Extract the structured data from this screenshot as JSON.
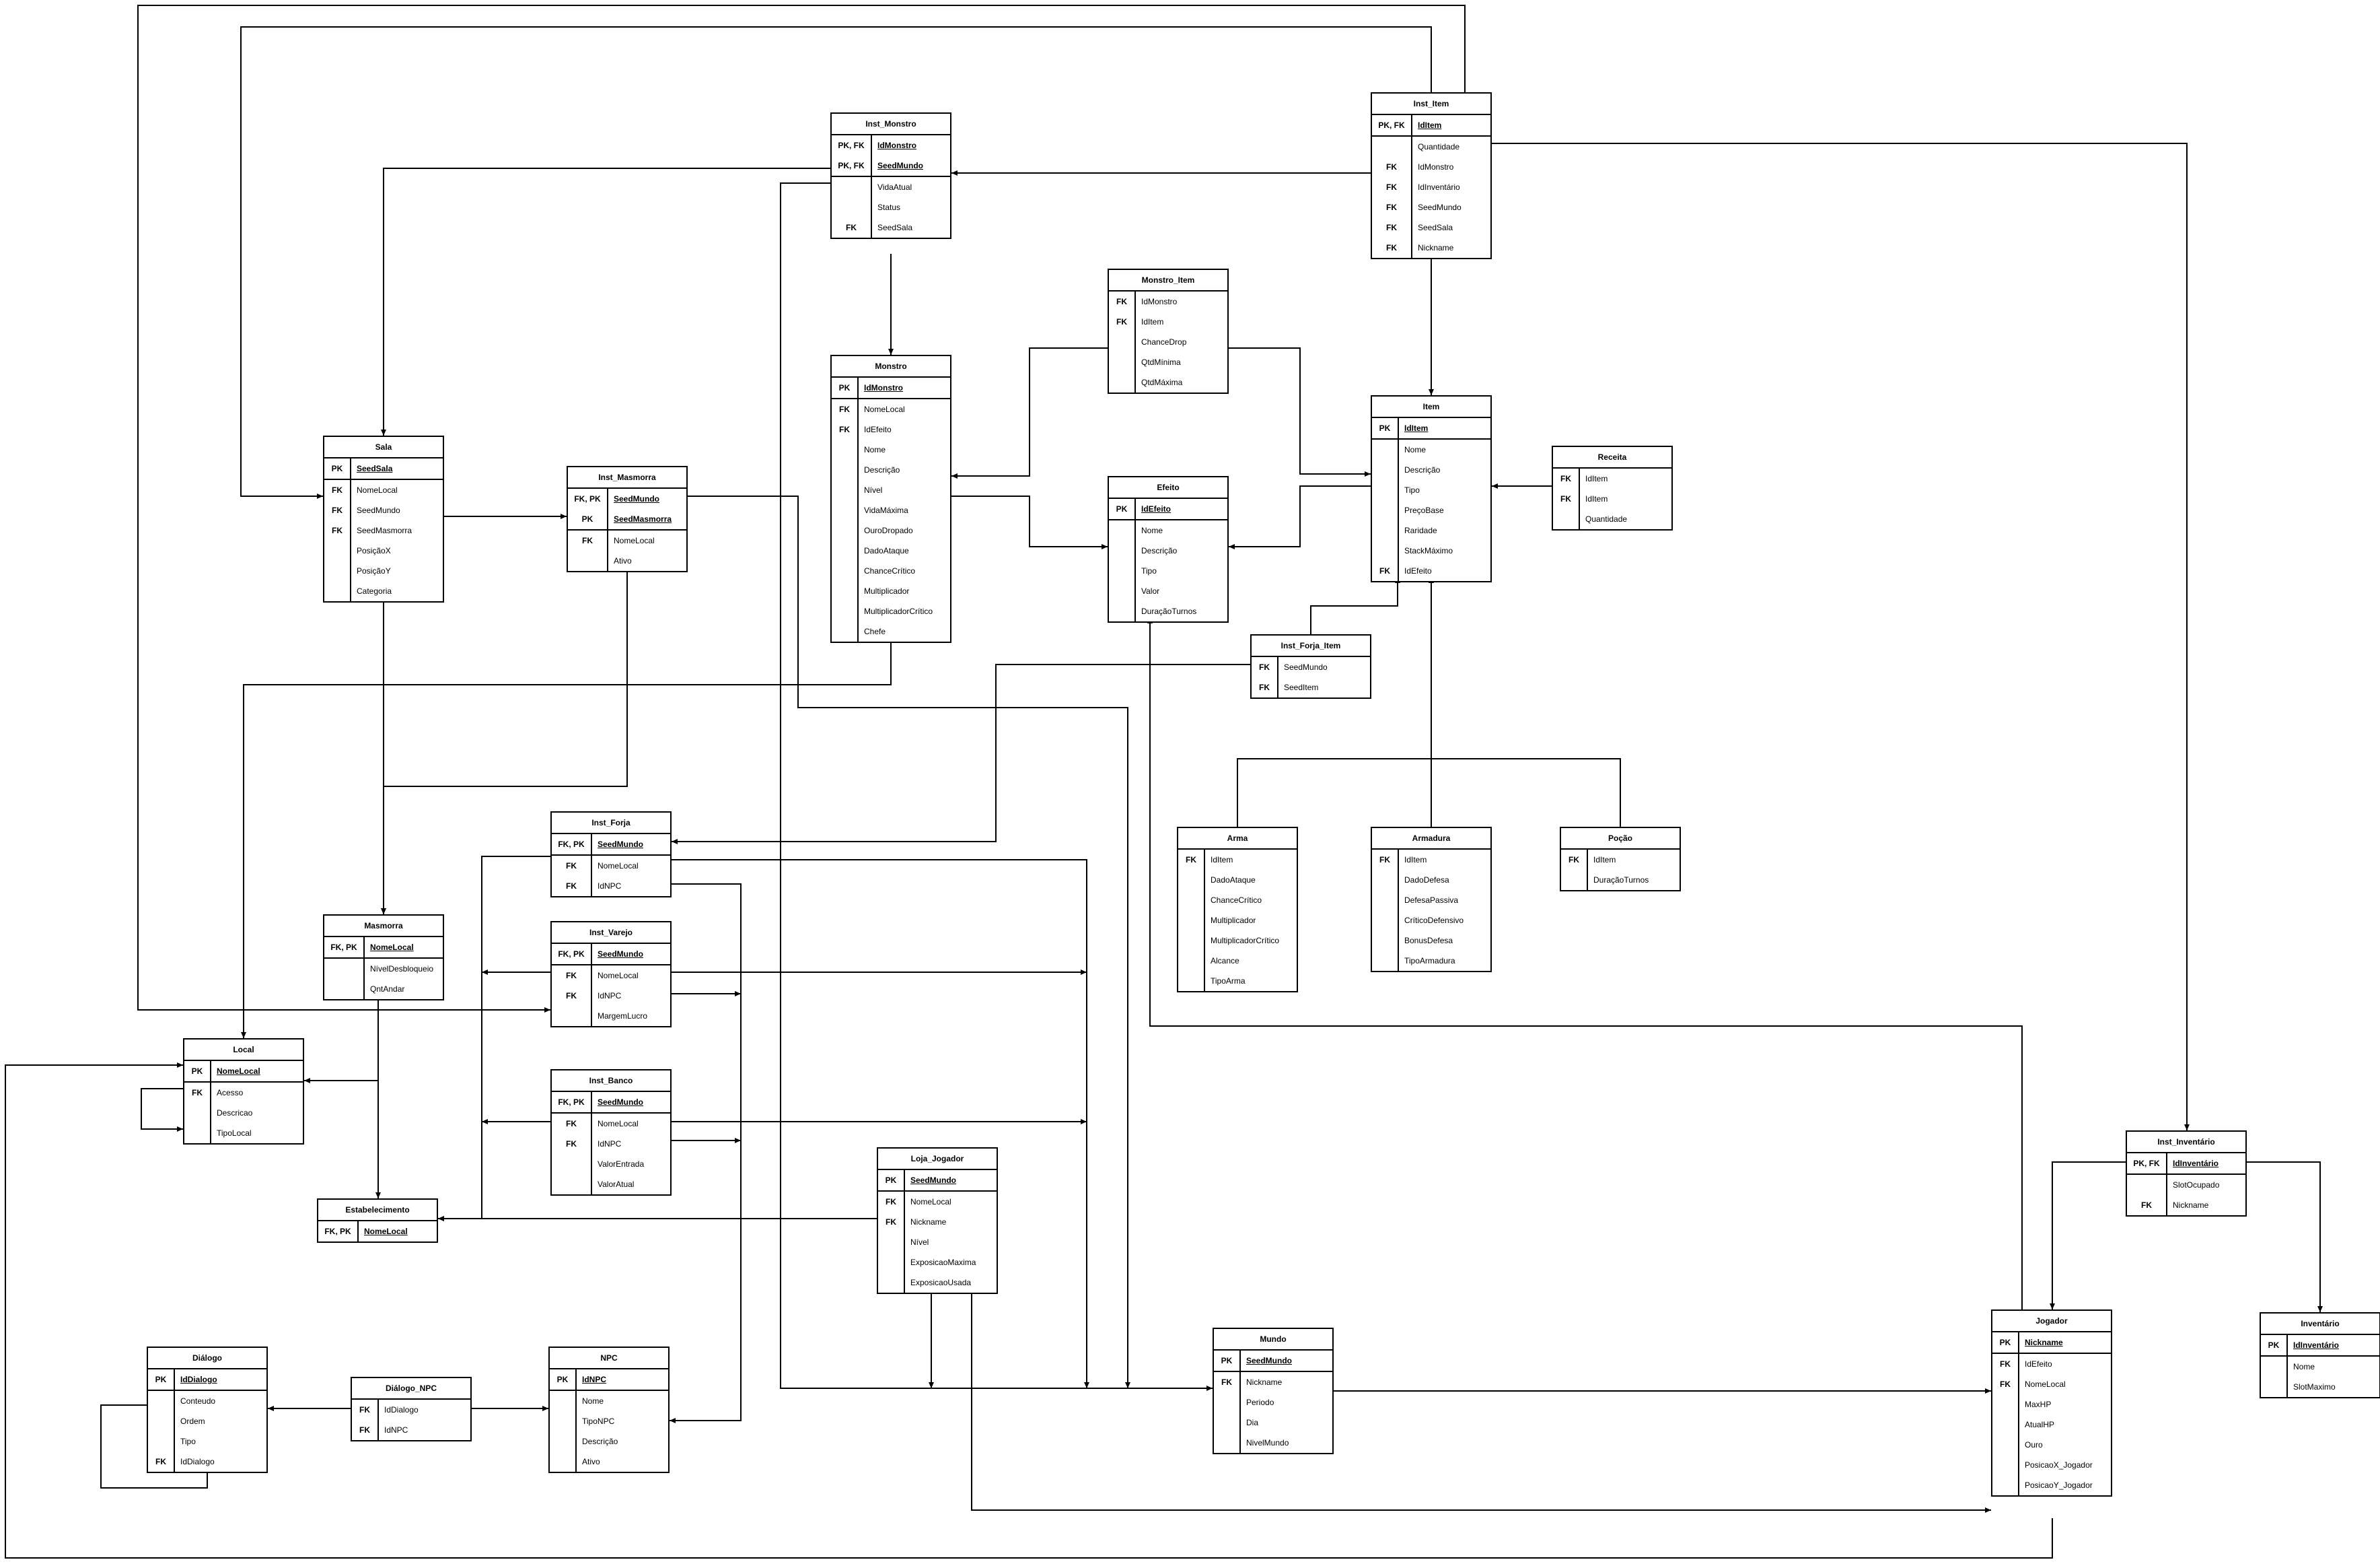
{
  "entities": [
    {
      "id": "inst_monstro",
      "title": "Inst_Monstro",
      "rows": [
        {
          "key": "PK, FK",
          "name": "IdMonstro",
          "pk": false,
          "u": true
        },
        {
          "key": "PK, FK",
          "name": "SeedMundo",
          "pk": true
        },
        {
          "key": "",
          "name": "VidaAtual"
        },
        {
          "key": "",
          "name": "Status"
        },
        {
          "key": "FK",
          "name": "SeedSala"
        }
      ]
    },
    {
      "id": "inst_item",
      "title": "Inst_Item",
      "rows": [
        {
          "key": "PK, FK",
          "name": "IdItem",
          "pk": true
        },
        {
          "key": "",
          "name": "Quantidade"
        },
        {
          "key": "FK",
          "name": "IdMonstro"
        },
        {
          "key": "FK",
          "name": "IdInventário"
        },
        {
          "key": "FK",
          "name": "SeedMundo"
        },
        {
          "key": "FK",
          "name": "SeedSala"
        },
        {
          "key": "FK",
          "name": "Nickname"
        }
      ]
    },
    {
      "id": "monstro_item",
      "title": "Monstro_Item",
      "rows": [
        {
          "key": "FK",
          "name": "IdMonstro"
        },
        {
          "key": "FK",
          "name": "IdItem"
        },
        {
          "key": "",
          "name": "ChanceDrop"
        },
        {
          "key": "",
          "name": "QtdMínima"
        },
        {
          "key": "",
          "name": "QtdMáxima"
        }
      ]
    },
    {
      "id": "monstro",
      "title": "Monstro",
      "rows": [
        {
          "key": "PK",
          "name": "IdMonstro",
          "pk": true
        },
        {
          "key": "FK",
          "name": "NomeLocal"
        },
        {
          "key": "FK",
          "name": "IdEfeito"
        },
        {
          "key": "",
          "name": "Nome"
        },
        {
          "key": "",
          "name": "Descrição"
        },
        {
          "key": "",
          "name": "Nível"
        },
        {
          "key": "",
          "name": "VidaMáxima"
        },
        {
          "key": "",
          "name": "OuroDropado"
        },
        {
          "key": "",
          "name": "DadoAtaque"
        },
        {
          "key": "",
          "name": "ChanceCrítico"
        },
        {
          "key": "",
          "name": "Multiplicador"
        },
        {
          "key": "",
          "name": "MultiplicadorCrítico"
        },
        {
          "key": "",
          "name": "Chefe"
        }
      ]
    },
    {
      "id": "item",
      "title": "Item",
      "rows": [
        {
          "key": "PK",
          "name": "IdItem",
          "pk": true
        },
        {
          "key": "",
          "name": "Nome"
        },
        {
          "key": "",
          "name": "Descrição"
        },
        {
          "key": "",
          "name": "Tipo"
        },
        {
          "key": "",
          "name": "PreçoBase"
        },
        {
          "key": "",
          "name": "Raridade"
        },
        {
          "key": "",
          "name": "StackMáximo"
        },
        {
          "key": "FK",
          "name": "IdEfeito"
        }
      ]
    },
    {
      "id": "receita",
      "title": "Receita",
      "rows": [
        {
          "key": "FK",
          "name": "IdItem"
        },
        {
          "key": "FK",
          "name": "IdItem"
        },
        {
          "key": "",
          "name": "Quantidade"
        }
      ]
    },
    {
      "id": "sala",
      "title": "Sala",
      "rows": [
        {
          "key": "PK",
          "name": "SeedSala",
          "pk": true
        },
        {
          "key": "FK",
          "name": "NomeLocal"
        },
        {
          "key": "FK",
          "name": "SeedMundo"
        },
        {
          "key": "FK",
          "name": "SeedMasmorra"
        },
        {
          "key": "",
          "name": "PosiçãoX"
        },
        {
          "key": "",
          "name": "PosiçãoY"
        },
        {
          "key": "",
          "name": "Categoria"
        }
      ]
    },
    {
      "id": "inst_masmorra",
      "title": "Inst_Masmorra",
      "rows": [
        {
          "key": "FK, PK",
          "name": "SeedMundo",
          "pk": false,
          "u": true
        },
        {
          "key": "PK",
          "name": "SeedMasmorra",
          "pk": true
        },
        {
          "key": "FK",
          "name": "NomeLocal"
        },
        {
          "key": "",
          "name": "Ativo"
        }
      ]
    },
    {
      "id": "efeito",
      "title": "Efeito",
      "rows": [
        {
          "key": "PK",
          "name": "IdEfeito",
          "pk": true
        },
        {
          "key": "",
          "name": "Nome"
        },
        {
          "key": "",
          "name": "Descrição"
        },
        {
          "key": "",
          "name": "Tipo"
        },
        {
          "key": "",
          "name": "Valor"
        },
        {
          "key": "",
          "name": "DuraçãoTurnos"
        }
      ]
    },
    {
      "id": "inst_forja_item",
      "title": "Inst_Forja_Item",
      "rows": [
        {
          "key": "FK",
          "name": "SeedMundo"
        },
        {
          "key": "FK",
          "name": "SeedItem"
        }
      ]
    },
    {
      "id": "arma",
      "title": "Arma",
      "rows": [
        {
          "key": "FK",
          "name": "IdItem"
        },
        {
          "key": "",
          "name": "DadoAtaque"
        },
        {
          "key": "",
          "name": "ChanceCrítico"
        },
        {
          "key": "",
          "name": "Multiplicador"
        },
        {
          "key": "",
          "name": "MultiplicadorCrítico"
        },
        {
          "key": "",
          "name": "Alcance"
        },
        {
          "key": "",
          "name": "TipoArma"
        }
      ]
    },
    {
      "id": "armadura",
      "title": "Armadura",
      "rows": [
        {
          "key": "FK",
          "name": "IdItem"
        },
        {
          "key": "",
          "name": "DadoDefesa"
        },
        {
          "key": "",
          "name": "DefesaPassiva"
        },
        {
          "key": "",
          "name": "CríticoDefensivo"
        },
        {
          "key": "",
          "name": "BonusDefesa"
        },
        {
          "key": "",
          "name": "TipoArmadura"
        }
      ]
    },
    {
      "id": "pocao",
      "title": "Poção",
      "rows": [
        {
          "key": "FK",
          "name": "IdItem"
        },
        {
          "key": "",
          "name": "DuraçãoTurnos"
        }
      ]
    },
    {
      "id": "inst_forja",
      "title": "Inst_Forja",
      "rows": [
        {
          "key": "FK, PK",
          "name": "SeedMundo",
          "pk": true
        },
        {
          "key": "FK",
          "name": "NomeLocal"
        },
        {
          "key": "FK",
          "name": "IdNPC"
        }
      ]
    },
    {
      "id": "masmorra",
      "title": "Masmorra",
      "rows": [
        {
          "key": "FK, PK",
          "name": "NomeLocal",
          "pk": true
        },
        {
          "key": "",
          "name": "NívelDesbloqueio"
        },
        {
          "key": "",
          "name": "QntAndar"
        }
      ]
    },
    {
      "id": "inst_varejo",
      "title": "Inst_Varejo",
      "rows": [
        {
          "key": "FK, PK",
          "name": "SeedMundo",
          "pk": true
        },
        {
          "key": "FK",
          "name": "NomeLocal"
        },
        {
          "key": "FK",
          "name": "IdNPC"
        },
        {
          "key": "",
          "name": "MargemLucro"
        }
      ]
    },
    {
      "id": "local",
      "title": "Local",
      "rows": [
        {
          "key": "PK",
          "name": "NomeLocal",
          "pk": true
        },
        {
          "key": "FK",
          "name": "Acesso"
        },
        {
          "key": "",
          "name": "Descricao"
        },
        {
          "key": "",
          "name": "TipoLocal"
        }
      ]
    },
    {
      "id": "inst_banco",
      "title": "Inst_Banco",
      "rows": [
        {
          "key": "FK, PK",
          "name": "SeedMundo",
          "pk": true
        },
        {
          "key": "FK",
          "name": "NomeLocal"
        },
        {
          "key": "FK",
          "name": "IdNPC"
        },
        {
          "key": "",
          "name": "ValorEntrada"
        },
        {
          "key": "",
          "name": "ValorAtual"
        }
      ]
    },
    {
      "id": "loja_jogador",
      "title": "Loja_Jogador",
      "rows": [
        {
          "key": "PK",
          "name": "SeedMundo",
          "pk": true
        },
        {
          "key": "FK",
          "name": "NomeLocal"
        },
        {
          "key": "FK",
          "name": "Nickname"
        },
        {
          "key": "",
          "name": "Nível"
        },
        {
          "key": "",
          "name": "ExposicaoMaxima"
        },
        {
          "key": "",
          "name": "ExposicaoUsada"
        }
      ]
    },
    {
      "id": "estabelecimento",
      "title": "Estabelecimento",
      "rows": [
        {
          "key": "FK, PK",
          "name": "NomeLocal",
          "pk": false,
          "u": true
        }
      ]
    },
    {
      "id": "inst_inventario",
      "title": "Inst_Inventário",
      "rows": [
        {
          "key": "PK, FK",
          "name": "IdInventário",
          "pk": true
        },
        {
          "key": "",
          "name": "SlotOcupado"
        },
        {
          "key": "FK",
          "name": "Nickname"
        }
      ]
    },
    {
      "id": "dialogo",
      "title": "Diálogo",
      "rows": [
        {
          "key": "PK",
          "name": "IdDialogo",
          "pk": true
        },
        {
          "key": "",
          "name": "Conteudo"
        },
        {
          "key": "",
          "name": "Ordem"
        },
        {
          "key": "",
          "name": "Tipo"
        },
        {
          "key": "FK",
          "name": "IdDialogo"
        }
      ]
    },
    {
      "id": "dialogo_npc",
      "title": "Diálogo_NPC",
      "rows": [
        {
          "key": "FK",
          "name": "IdDialogo"
        },
        {
          "key": "FK",
          "name": "IdNPC"
        }
      ]
    },
    {
      "id": "npc",
      "title": "NPC",
      "rows": [
        {
          "key": "PK",
          "name": "IdNPC",
          "pk": true
        },
        {
          "key": "",
          "name": "Nome"
        },
        {
          "key": "",
          "name": "TipoNPC"
        },
        {
          "key": "",
          "name": "Descrição"
        },
        {
          "key": "",
          "name": "Ativo"
        }
      ]
    },
    {
      "id": "mundo",
      "title": "Mundo",
      "rows": [
        {
          "key": "PK",
          "name": "SeedMundo",
          "pk": true
        },
        {
          "key": "FK",
          "name": "Nickname"
        },
        {
          "key": "",
          "name": "Periodo"
        },
        {
          "key": "",
          "name": "Dia"
        },
        {
          "key": "",
          "name": "NivelMundo"
        }
      ]
    },
    {
      "id": "jogador",
      "title": "Jogador",
      "rows": [
        {
          "key": "PK",
          "name": "Nickname",
          "pk": true
        },
        {
          "key": "FK",
          "name": "IdEfeito"
        },
        {
          "key": "FK",
          "name": "NomeLocal"
        },
        {
          "key": "",
          "name": "MaxHP"
        },
        {
          "key": "",
          "name": "AtualHP"
        },
        {
          "key": "",
          "name": "Ouro"
        },
        {
          "key": "",
          "name": "PosicaoX_Jogador"
        },
        {
          "key": "",
          "name": "PosicaoY_Jogador"
        }
      ]
    },
    {
      "id": "inventario",
      "title": "Inventário",
      "rows": [
        {
          "key": "PK",
          "name": "IdInventário",
          "pk": true
        },
        {
          "key": "",
          "name": "Nome"
        },
        {
          "key": "",
          "name": "SlotMaximo"
        }
      ]
    }
  ]
}
